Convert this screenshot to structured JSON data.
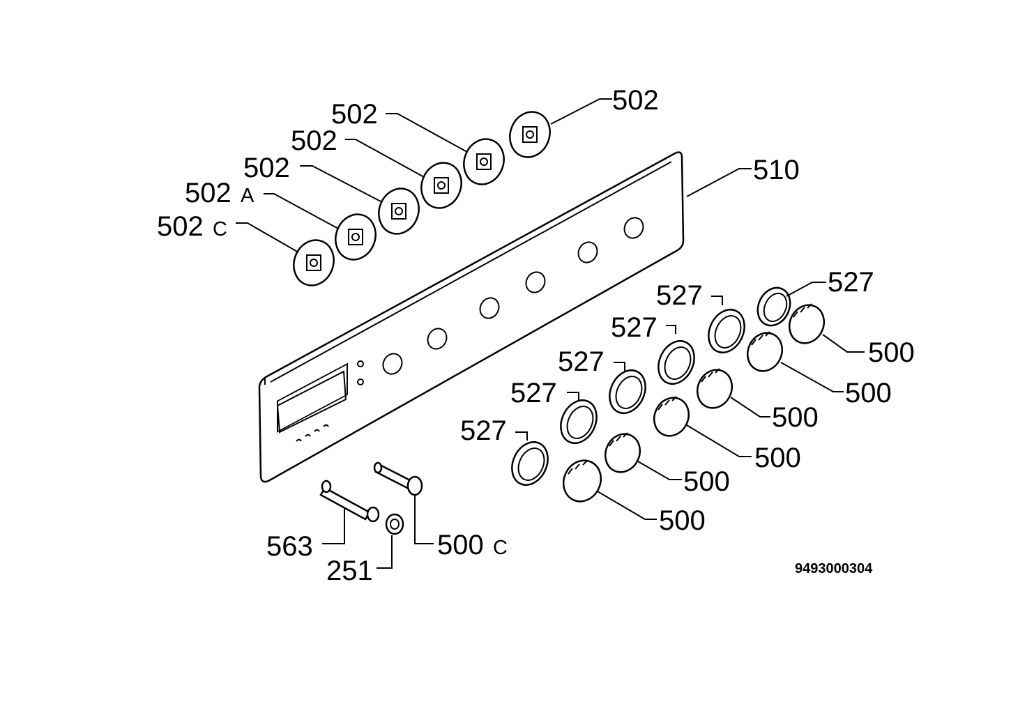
{
  "diagram": {
    "drawing_code": "9493000304",
    "labels": {
      "l502_1": "502",
      "l502_2": "502",
      "l502_3": "502",
      "l502_4": "502",
      "l502a": "502",
      "l502a_sfx": "A",
      "l502c": "502",
      "l502c_sfx": "C",
      "l510": "510",
      "l527_1": "527",
      "l527_2": "527",
      "l527_3": "527",
      "l527_4": "527",
      "l527_5": "527",
      "l527_6": "527",
      "l500_1": "500",
      "l500_2": "500",
      "l500_3": "500",
      "l500_4": "500",
      "l500_5": "500",
      "l500_6": "500",
      "l563": "563",
      "l251": "251",
      "l500c": "500",
      "l500c_sfx": "C"
    }
  }
}
